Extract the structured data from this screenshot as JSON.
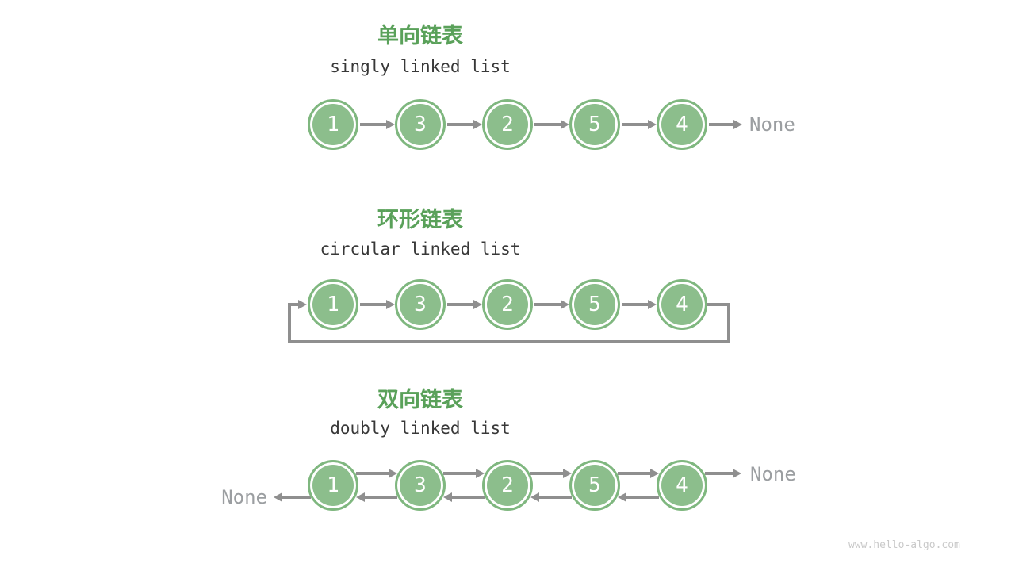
{
  "watermark": "www.hello-algo.com",
  "colors": {
    "title_green": "#5AA15A",
    "node_fill": "#8CBE8C",
    "node_ring": "#7FB77F",
    "node_number_white": "#FFFFFF",
    "arrow_gray": "#8F8F8F",
    "none_text_gray": "#9B9EA1",
    "subtitle_dark": "#383838",
    "watermark_gray": "#C9C9C9"
  },
  "sections": [
    {
      "id": "singly",
      "title": "单向链表",
      "subtitle": "singly linked list",
      "nodes": [
        "1",
        "3",
        "2",
        "5",
        "4"
      ],
      "tail_label": "None"
    },
    {
      "id": "circular",
      "title": "环形链表",
      "subtitle": "circular linked list",
      "nodes": [
        "1",
        "3",
        "2",
        "5",
        "4"
      ]
    },
    {
      "id": "doubly",
      "title": "双向链表",
      "subtitle": "doubly linked list",
      "nodes": [
        "1",
        "3",
        "2",
        "5",
        "4"
      ],
      "head_label": "None",
      "tail_label": "None"
    }
  ]
}
